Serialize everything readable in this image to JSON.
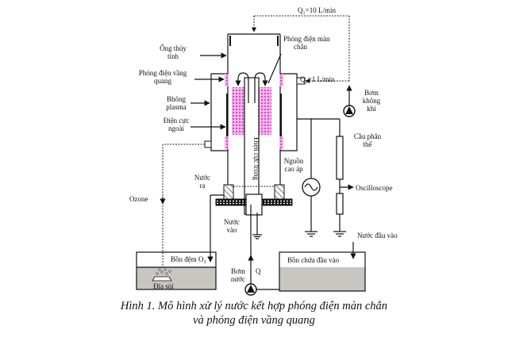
{
  "figure": {
    "labels": {
      "flow_q1": "Q₁=10 L/min",
      "flow_q2": "Q₂=1 L/min",
      "barrier_discharge": [
        "Phóng điện màn",
        "chắn"
      ],
      "glass_tube": [
        "Ống thủy",
        "tinh"
      ],
      "corona_discharge": [
        "Phóng điện vầng",
        "quang"
      ],
      "plasma_bubble": [
        "Bhông",
        "plasma"
      ],
      "outer_electrode": [
        "Điện cực",
        "ngoài"
      ],
      "inner_electrode": "Điện cực trong",
      "air_pump": [
        "Bơm",
        "không",
        "khí"
      ],
      "voltage_divider": [
        "Cầu phân",
        "thế"
      ],
      "hv_source": [
        "Nguồn",
        "cao áp"
      ],
      "oscilloscope": "Oscilloscope",
      "water_out": [
        "Nước",
        "ra"
      ],
      "water_in": [
        "Nước",
        "vào"
      ],
      "ozone": "Ozone",
      "input_water": "Nước đầu vào",
      "buffer_tank": "Bồn đệm O₃",
      "diffuser": "Đĩa sủi",
      "water_pump": [
        "Bơm",
        "nước"
      ],
      "flow_q": "Q",
      "input_tank": "Bồn chứa đầu vào"
    },
    "caption": [
      "Hình 1. Mô hình xử lý nước kết hợp phóng điện màn chắn",
      "và phóng điện vầng quang"
    ],
    "colors": {
      "plasma": "#e040c8",
      "liquid": "#c8c6c0",
      "line": "#111111"
    }
  }
}
